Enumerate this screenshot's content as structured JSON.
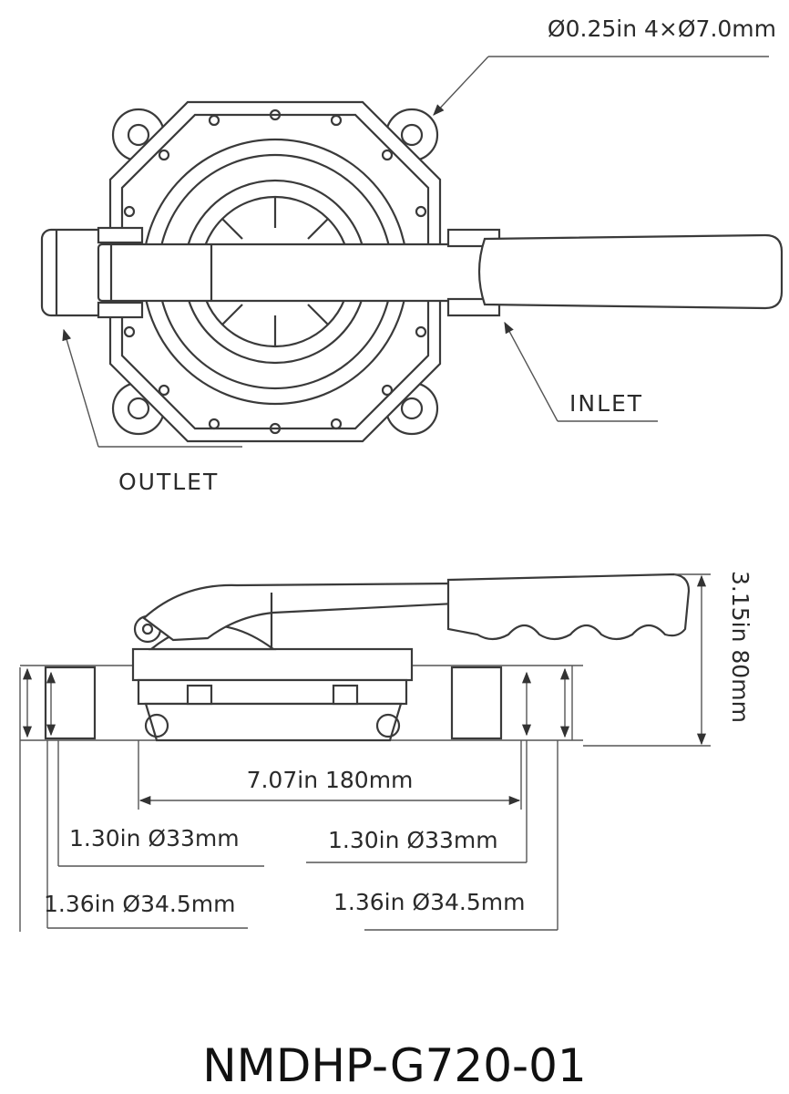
{
  "top_view": {
    "mount_hole_label": "Ø0.25in 4×Ø7.0mm",
    "outlet_label": "OUTLET",
    "inlet_label": "INLET"
  },
  "side_view": {
    "height_label": "3.15in 80mm",
    "width_label": "7.07in 180mm",
    "left_port_inner": "1.30in Ø33mm",
    "left_port_outer": "1.36in Ø34.5mm",
    "right_port_inner": "1.30in Ø33mm",
    "right_port_outer": "1.36in Ø34.5mm"
  },
  "model_number": "NMDHP-G720-01"
}
